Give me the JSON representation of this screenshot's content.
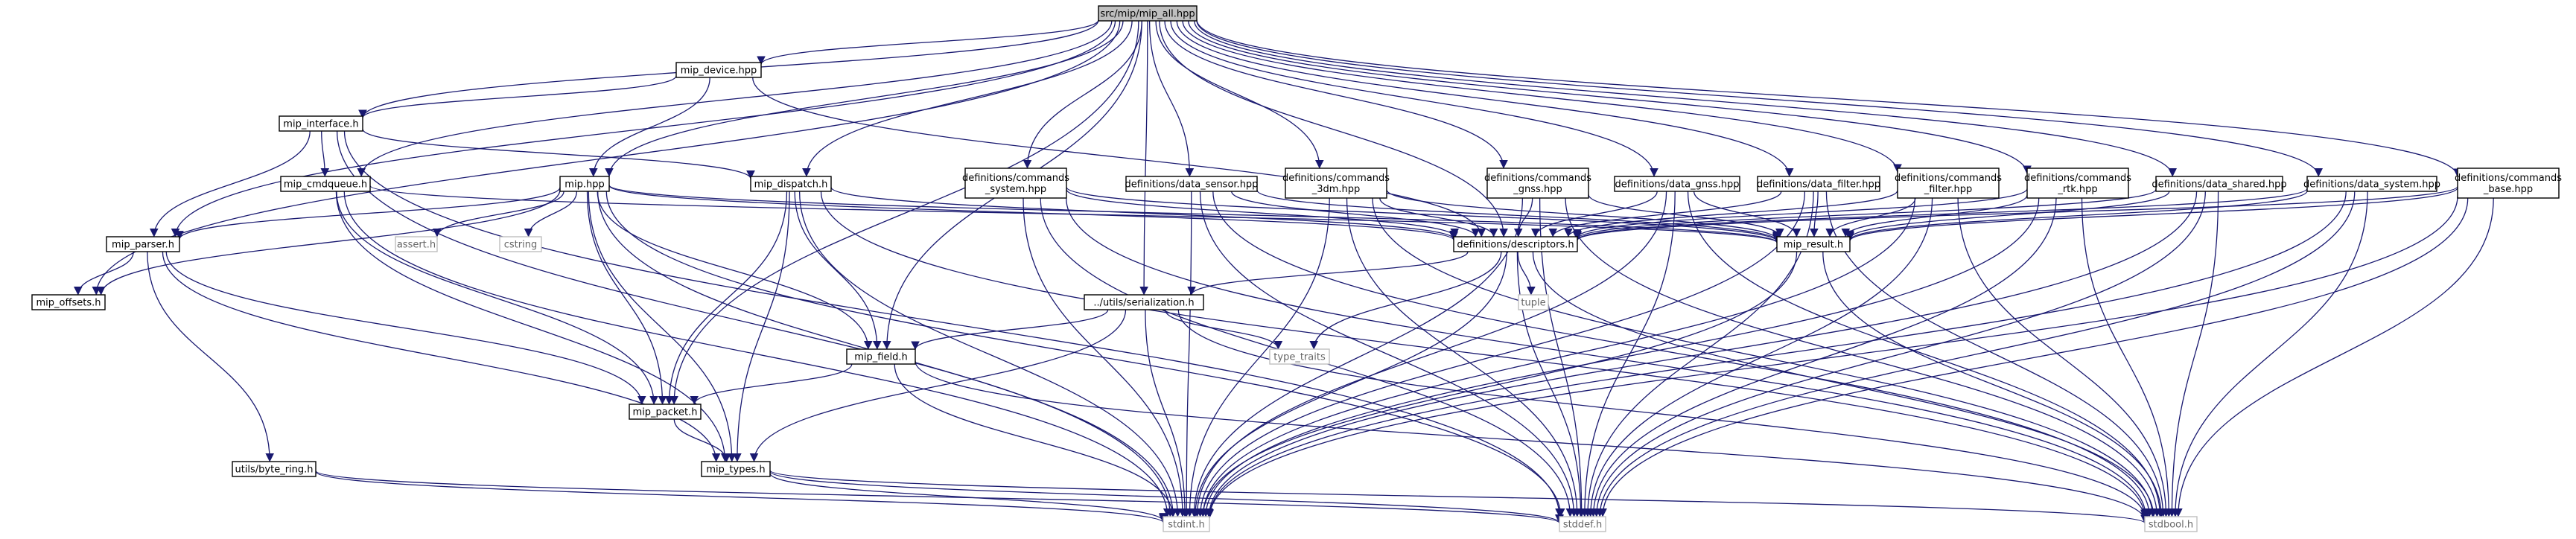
{
  "graph": {
    "nodes": [
      {
        "id": "root",
        "label": "src/mip/mip_all.hpp",
        "kind": "root"
      },
      {
        "id": "mip_device",
        "label": "mip_device.hpp"
      },
      {
        "id": "mip_interface",
        "label": "mip_interface.h"
      },
      {
        "id": "mip_cmdqueue",
        "label": "mip_cmdqueue.h"
      },
      {
        "id": "mip_parser",
        "label": "mip_parser.h"
      },
      {
        "id": "mip_offsets",
        "label": "mip_offsets.h"
      },
      {
        "id": "byte_ring",
        "label": "utils/byte_ring.h"
      },
      {
        "id": "mip_hpp",
        "label": "mip.hpp"
      },
      {
        "id": "assert",
        "label": "assert.h",
        "kind": "sys"
      },
      {
        "id": "cstring",
        "label": "cstring",
        "kind": "sys"
      },
      {
        "id": "mip_dispatch",
        "label": "mip_dispatch.h"
      },
      {
        "id": "mip_field",
        "label": "mip_field.h"
      },
      {
        "id": "mip_packet",
        "label": "mip_packet.h"
      },
      {
        "id": "mip_types",
        "label": "mip_types.h"
      },
      {
        "id": "serialization",
        "label": "../utils/serialization.h"
      },
      {
        "id": "type_traits",
        "label": "type_traits",
        "kind": "sys"
      },
      {
        "id": "cmd_system",
        "label": "definitions/commands\n_system.hpp"
      },
      {
        "id": "data_sensor",
        "label": "definitions/data_sensor.hpp"
      },
      {
        "id": "cmd_3dm",
        "label": "definitions/commands\n_3dm.hpp"
      },
      {
        "id": "cmd_gnss",
        "label": "definitions/commands\n_gnss.hpp"
      },
      {
        "id": "data_gnss",
        "label": "definitions/data_gnss.hpp"
      },
      {
        "id": "data_filter",
        "label": "definitions/data_filter.hpp"
      },
      {
        "id": "cmd_filter",
        "label": "definitions/commands\n_filter.hpp"
      },
      {
        "id": "cmd_rtk",
        "label": "definitions/commands\n_rtk.hpp"
      },
      {
        "id": "data_shared",
        "label": "definitions/data_shared.hpp"
      },
      {
        "id": "data_system",
        "label": "definitions/data_system.hpp"
      },
      {
        "id": "cmd_base",
        "label": "definitions/commands\n_base.hpp"
      },
      {
        "id": "descriptors",
        "label": "definitions/descriptors.h"
      },
      {
        "id": "tuple",
        "label": "tuple",
        "kind": "sys"
      },
      {
        "id": "mip_result",
        "label": "mip_result.h"
      },
      {
        "id": "stdint",
        "label": "stdint.h",
        "kind": "sys"
      },
      {
        "id": "stddef",
        "label": "stddef.h",
        "kind": "sys"
      },
      {
        "id": "stdbool",
        "label": "stdbool.h",
        "kind": "sys"
      }
    ],
    "edges": [
      [
        "root",
        "mip_device"
      ],
      [
        "root",
        "mip_interface"
      ],
      [
        "root",
        "mip_cmdqueue"
      ],
      [
        "root",
        "mip_parser"
      ],
      [
        "root",
        "mip_offsets"
      ],
      [
        "root",
        "mip_hpp"
      ],
      [
        "root",
        "mip_dispatch"
      ],
      [
        "root",
        "mip_field"
      ],
      [
        "root",
        "mip_packet"
      ],
      [
        "root",
        "serialization"
      ],
      [
        "root",
        "descriptors"
      ],
      [
        "root",
        "cmd_system"
      ],
      [
        "root",
        "data_sensor"
      ],
      [
        "root",
        "cmd_3dm"
      ],
      [
        "root",
        "cmd_gnss"
      ],
      [
        "root",
        "data_gnss"
      ],
      [
        "root",
        "data_filter"
      ],
      [
        "root",
        "cmd_filter"
      ],
      [
        "root",
        "cmd_rtk"
      ],
      [
        "root",
        "data_shared"
      ],
      [
        "root",
        "data_system"
      ],
      [
        "root",
        "cmd_base"
      ],
      [
        "mip_device",
        "mip_interface"
      ],
      [
        "mip_device",
        "mip_hpp"
      ],
      [
        "mip_device",
        "descriptors"
      ],
      [
        "mip_interface",
        "mip_cmdqueue"
      ],
      [
        "mip_interface",
        "mip_parser"
      ],
      [
        "mip_interface",
        "mip_dispatch"
      ],
      [
        "mip_interface",
        "stdint"
      ],
      [
        "mip_interface",
        "stddef"
      ],
      [
        "mip_cmdqueue",
        "mip_result"
      ],
      [
        "mip_cmdqueue",
        "mip_types"
      ],
      [
        "mip_cmdqueue",
        "mip_packet"
      ],
      [
        "mip_cmdqueue",
        "stdint"
      ],
      [
        "mip_parser",
        "mip_offsets"
      ],
      [
        "mip_parser",
        "byte_ring"
      ],
      [
        "mip_parser",
        "mip_packet"
      ],
      [
        "mip_parser",
        "mip_types"
      ],
      [
        "byte_ring",
        "stdint"
      ],
      [
        "byte_ring",
        "stddef"
      ],
      [
        "mip_hpp",
        "mip_parser"
      ],
      [
        "mip_hpp",
        "mip_offsets"
      ],
      [
        "mip_hpp",
        "assert"
      ],
      [
        "mip_hpp",
        "cstring"
      ],
      [
        "mip_hpp",
        "mip_result"
      ],
      [
        "mip_hpp",
        "mip_field"
      ],
      [
        "mip_hpp",
        "mip_packet"
      ],
      [
        "mip_hpp",
        "mip_types"
      ],
      [
        "mip_hpp",
        "stdint"
      ],
      [
        "mip_hpp",
        "stddef"
      ],
      [
        "mip_hpp",
        "descriptors"
      ],
      [
        "mip_dispatch",
        "mip_field"
      ],
      [
        "mip_dispatch",
        "mip_packet"
      ],
      [
        "mip_dispatch",
        "mip_types"
      ],
      [
        "mip_dispatch",
        "stdint"
      ],
      [
        "mip_dispatch",
        "stdbool"
      ],
      [
        "mip_dispatch",
        "descriptors"
      ],
      [
        "mip_field",
        "mip_packet"
      ],
      [
        "mip_field",
        "stdint"
      ],
      [
        "mip_field",
        "stdbool"
      ],
      [
        "mip_packet",
        "mip_types"
      ],
      [
        "mip_types",
        "stdint"
      ],
      [
        "mip_types",
        "stddef"
      ],
      [
        "mip_types",
        "stdbool"
      ],
      [
        "serialization",
        "mip_field"
      ],
      [
        "serialization",
        "mip_types"
      ],
      [
        "serialization",
        "type_traits"
      ],
      [
        "serialization",
        "stdint"
      ],
      [
        "serialization",
        "stdbool"
      ],
      [
        "descriptors",
        "serialization"
      ],
      [
        "descriptors",
        "tuple"
      ],
      [
        "descriptors",
        "type_traits"
      ],
      [
        "descriptors",
        "stdint"
      ],
      [
        "descriptors",
        "stddef"
      ],
      [
        "descriptors",
        "stdbool"
      ],
      [
        "mip_result",
        "stdint"
      ],
      [
        "mip_result",
        "stdbool"
      ],
      [
        "cmd_system",
        "descriptors"
      ],
      [
        "cmd_system",
        "mip_result"
      ],
      [
        "cmd_system",
        "stdint"
      ],
      [
        "cmd_system",
        "stddef"
      ],
      [
        "cmd_system",
        "stdbool"
      ],
      [
        "data_sensor",
        "descriptors"
      ],
      [
        "data_sensor",
        "mip_result"
      ],
      [
        "data_sensor",
        "stdint"
      ],
      [
        "data_sensor",
        "stddef"
      ],
      [
        "data_sensor",
        "stdbool"
      ],
      [
        "cmd_3dm",
        "descriptors"
      ],
      [
        "cmd_3dm",
        "mip_result"
      ],
      [
        "cmd_3dm",
        "stdint"
      ],
      [
        "cmd_3dm",
        "stddef"
      ],
      [
        "cmd_3dm",
        "stdbool"
      ],
      [
        "cmd_gnss",
        "descriptors"
      ],
      [
        "cmd_gnss",
        "mip_result"
      ],
      [
        "cmd_gnss",
        "stdint"
      ],
      [
        "cmd_gnss",
        "stddef"
      ],
      [
        "cmd_gnss",
        "stdbool"
      ],
      [
        "data_gnss",
        "descriptors"
      ],
      [
        "data_gnss",
        "mip_result"
      ],
      [
        "data_gnss",
        "stdint"
      ],
      [
        "data_gnss",
        "stddef"
      ],
      [
        "data_gnss",
        "stdbool"
      ],
      [
        "data_filter",
        "descriptors"
      ],
      [
        "data_filter",
        "mip_result"
      ],
      [
        "data_filter",
        "stdint"
      ],
      [
        "data_filter",
        "stddef"
      ],
      [
        "data_filter",
        "stdbool"
      ],
      [
        "cmd_filter",
        "descriptors"
      ],
      [
        "cmd_filter",
        "mip_result"
      ],
      [
        "cmd_filter",
        "stdint"
      ],
      [
        "cmd_filter",
        "stddef"
      ],
      [
        "cmd_filter",
        "stdbool"
      ],
      [
        "cmd_rtk",
        "descriptors"
      ],
      [
        "cmd_rtk",
        "mip_result"
      ],
      [
        "cmd_rtk",
        "stdint"
      ],
      [
        "cmd_rtk",
        "stddef"
      ],
      [
        "cmd_rtk",
        "stdbool"
      ],
      [
        "data_shared",
        "descriptors"
      ],
      [
        "data_shared",
        "mip_result"
      ],
      [
        "data_shared",
        "stdint"
      ],
      [
        "data_shared",
        "stddef"
      ],
      [
        "data_shared",
        "stdbool"
      ],
      [
        "data_system",
        "descriptors"
      ],
      [
        "data_system",
        "mip_result"
      ],
      [
        "data_system",
        "stdint"
      ],
      [
        "data_system",
        "stddef"
      ],
      [
        "data_system",
        "stdbool"
      ],
      [
        "cmd_base",
        "descriptors"
      ],
      [
        "cmd_base",
        "mip_result"
      ],
      [
        "cmd_base",
        "stdint"
      ],
      [
        "cmd_base",
        "stddef"
      ],
      [
        "cmd_base",
        "stdbool"
      ]
    ]
  },
  "colors": {
    "edge": "#191970",
    "root_fill": "#bfbfbf",
    "system_border": "#bfbfbf",
    "system_text": "#666666"
  }
}
